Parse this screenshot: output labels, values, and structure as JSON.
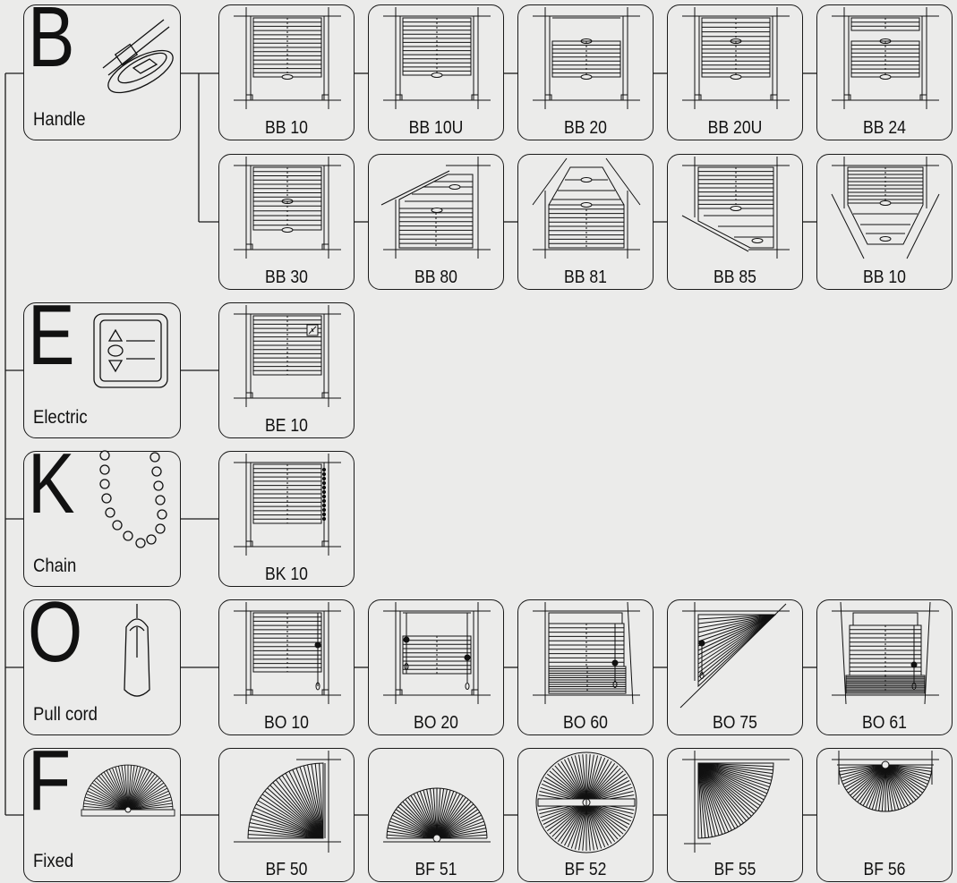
{
  "groups": [
    {
      "letter": "B",
      "label": "Handle",
      "icon": "handle-icon",
      "rows": [
        [
          "BB 10",
          "BB 10U",
          "BB 20",
          "BB 20U",
          "BB 24"
        ],
        [
          "BB 30",
          "BB 80",
          "BB 81",
          "BB 85",
          "BB 10"
        ]
      ]
    },
    {
      "letter": "E",
      "label": "Electric",
      "icon": "wall-switch-icon",
      "rows": [
        [
          "BE 10"
        ]
      ]
    },
    {
      "letter": "K",
      "label": "Chain",
      "icon": "bead-chain-icon",
      "rows": [
        [
          "BK 10"
        ]
      ]
    },
    {
      "letter": "O",
      "label": "Pull cord",
      "icon": "pull-cord-handle-icon",
      "rows": [
        [
          "BO 10",
          "BO 20",
          "BO 60",
          "BO 75",
          "BO 61"
        ]
      ]
    },
    {
      "letter": "F",
      "label": "Fixed",
      "icon": "fan-blind-icon",
      "rows": [
        [
          "BF 50",
          "BF 51",
          "BF 52",
          "BF 55",
          "BF 56"
        ]
      ]
    }
  ],
  "colors": {
    "background": "#ebebea",
    "stroke": "#1a1a1a"
  }
}
